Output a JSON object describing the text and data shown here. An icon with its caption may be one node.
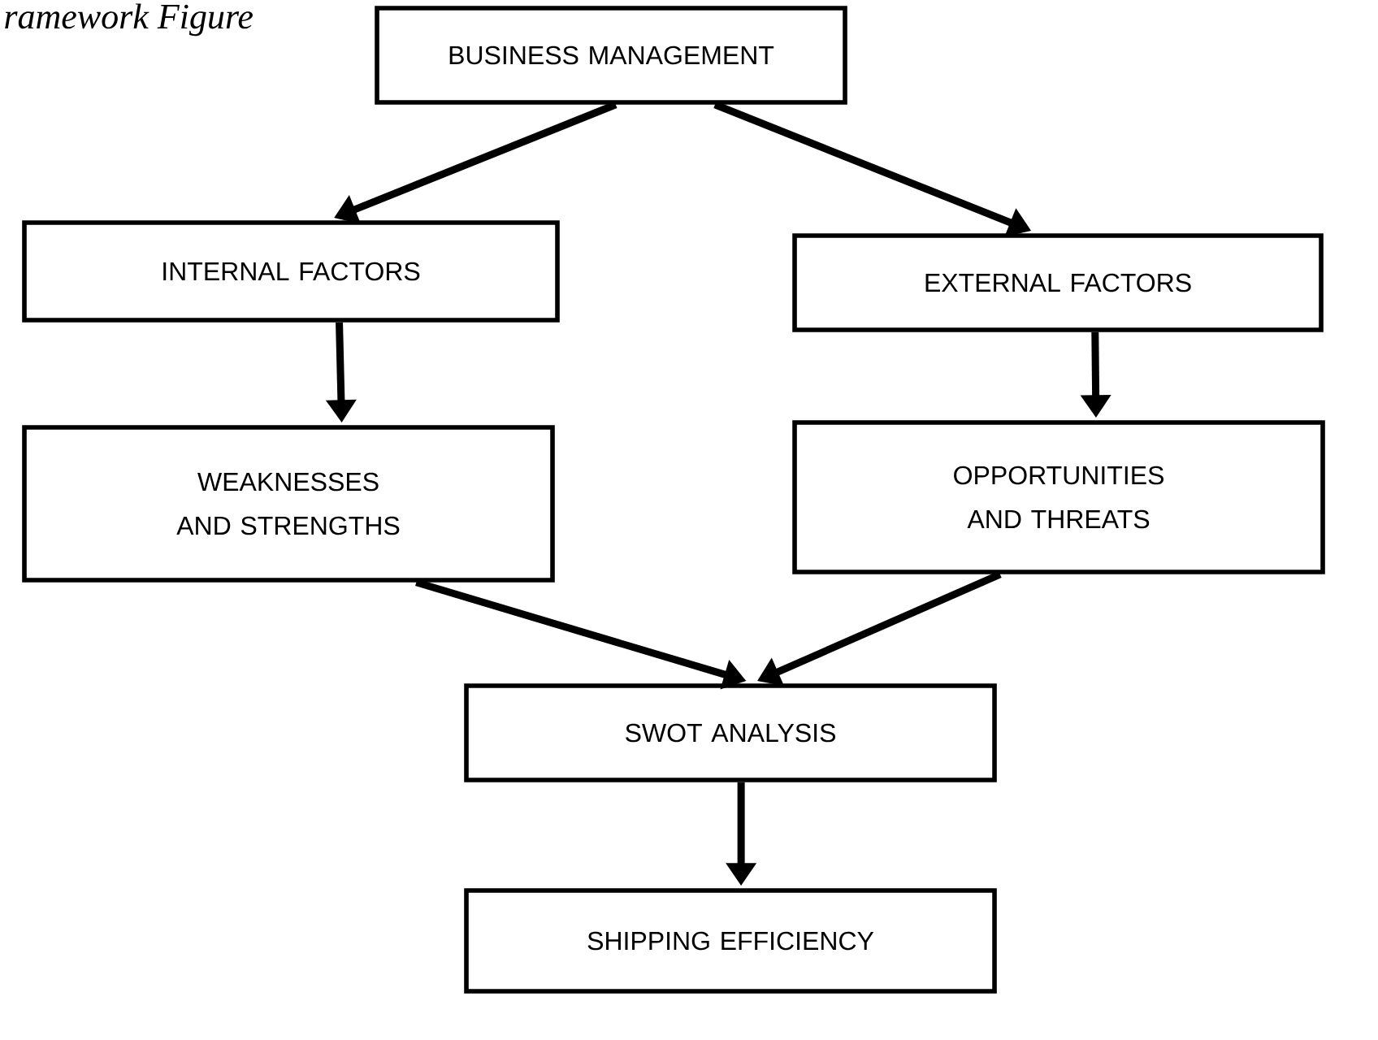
{
  "diagram": {
    "title": "ramework Figure",
    "nodes": [
      {
        "text": [
          "BUSINESS MANAGEMENT"
        ]
      },
      {
        "text": [
          "INTERNAL FACTORS"
        ]
      },
      {
        "text": [
          "EXTERNAL FACTORS"
        ]
      },
      {
        "text": [
          "WEAKNESSES AND STRENGTHS"
        ]
      },
      {
        "text": [
          "OPPORTUNITIES AND THREATS"
        ]
      },
      {
        "text": [
          "SWOT ANALYSIS"
        ]
      },
      {
        "text": [
          "SHIPPING EFFICIENCY"
        ]
      }
    ],
    "edges": [
      {
        "from": 0,
        "to": 1,
        "arrow": "to"
      },
      {
        "from": 0,
        "to": 2,
        "arrow": "to"
      },
      {
        "from": 1,
        "to": 3,
        "arrow": "to"
      },
      {
        "from": 2,
        "to": 4,
        "arrow": "to"
      },
      {
        "from": 3,
        "to": 5,
        "arrow": "to"
      },
      {
        "from": 4,
        "to": 5,
        "arrow": "to"
      },
      {
        "from": 5,
        "to": 6,
        "arrow": "to"
      }
    ]
  }
}
